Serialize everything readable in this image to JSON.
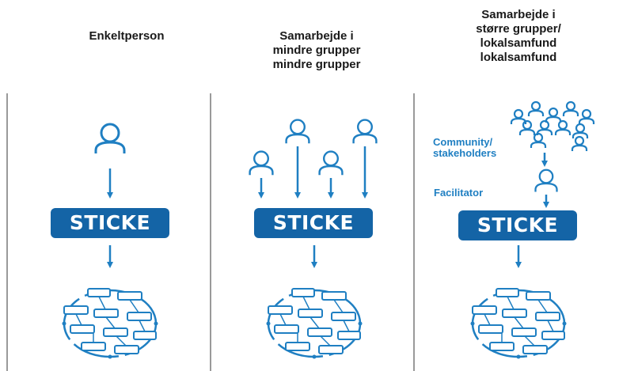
{
  "columns": [
    {
      "heading_lines": [
        "Enkeltperson"
      ]
    },
    {
      "heading_lines": [
        "Samarbejde i",
        "mindre grupper",
        "mindre grupper"
      ]
    },
    {
      "heading_lines": [
        "Samarbejde i",
        "større grupper/",
        "lokalsamfund",
        "lokalsamfund"
      ]
    }
  ],
  "sticke_label": "STICKE",
  "labels": {
    "community": [
      "Community/",
      "stakeholders"
    ],
    "facilitator": "Facilitator"
  },
  "colors": {
    "accent": "#1f7fc2",
    "box": "#1464a6",
    "divider": "#9a9a9a",
    "heading": "#1a1a1a"
  },
  "icons": [
    "person-icon",
    "arrow-down-icon",
    "network-diagram-icon"
  ]
}
